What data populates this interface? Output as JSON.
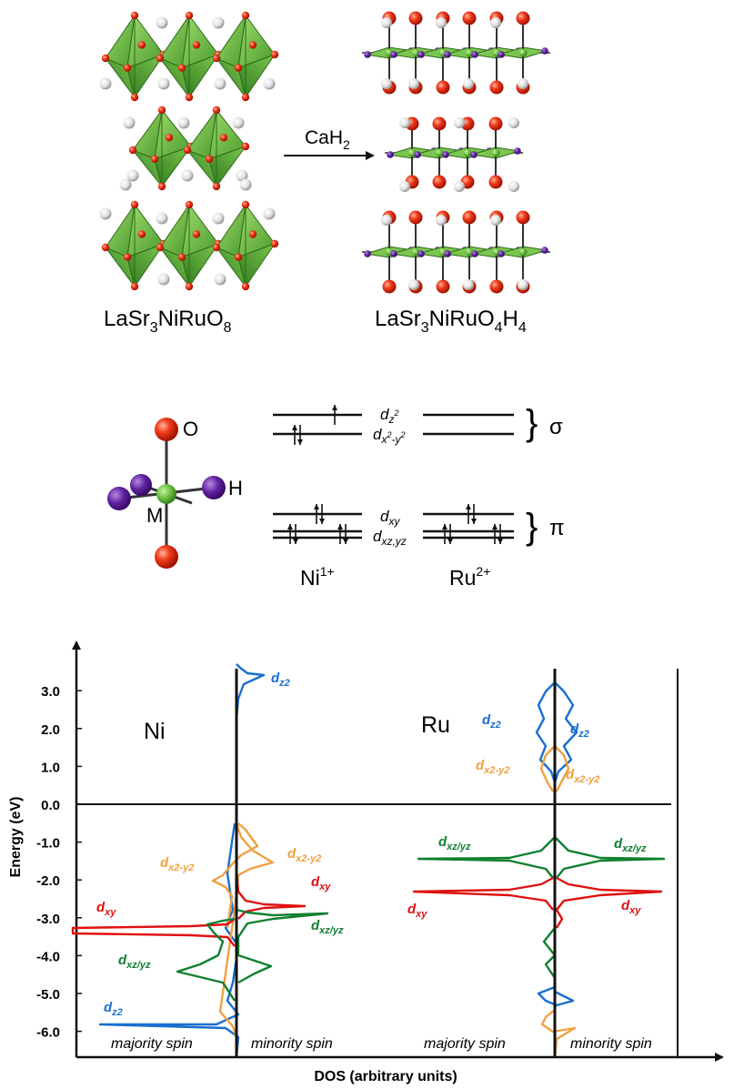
{
  "top_panel": {
    "arrow_label": "CaH",
    "arrow_label_sub": "2",
    "left_formula": [
      "LaSr",
      "3",
      "NiRuO",
      "8"
    ],
    "right_formula": [
      "LaSr",
      "3",
      "NiRuO",
      "4",
      "H",
      "4"
    ]
  },
  "middle_panel": {
    "atom_o": "O",
    "atom_h": "H",
    "atom_m": "M",
    "orb_dz2": [
      "d",
      "z",
      "2"
    ],
    "orb_dx2y2": [
      "d",
      "x",
      "2",
      "-y",
      "2"
    ],
    "orb_dxy": [
      "d",
      "xy"
    ],
    "orb_dxzyz": [
      "d",
      "xz,yz"
    ],
    "sigma": "σ",
    "pi": "π",
    "ni_label": [
      "Ni",
      "1+"
    ],
    "ru_label": [
      "Ru",
      "2+"
    ]
  },
  "dos_panel": {
    "ylabel": "Energy (eV)",
    "xlabel": "DOS (arbitrary units)",
    "yticks": [
      "3.0",
      "2.0",
      "1.0",
      "0.0",
      "-1.0",
      "-2.0",
      "-3.0",
      "-4.0",
      "-5.0",
      "-6.0"
    ],
    "ni_title": "Ni",
    "ru_title": "Ru",
    "maj1": "majority spin",
    "min1": "minority spin",
    "maj2": "majority spin",
    "min2": "minority spin",
    "colors": {
      "dz2": "#1a6fd0",
      "dx2y2": "#f0a040",
      "dxy": "#e01010",
      "dxzyz": "#108030"
    },
    "labels": {
      "ni_dz2_top": [
        "d",
        "z",
        "2"
      ],
      "ni_dx2y2_left": [
        "d",
        "x",
        "2",
        "-y",
        "2"
      ],
      "ni_dx2y2_right": [
        "d",
        "x",
        "2",
        "-y",
        "2"
      ],
      "ni_dxy_left": [
        "d",
        "xy"
      ],
      "ni_dxy_right": [
        "d",
        "xy"
      ],
      "ni_dxzyz_left": [
        "d",
        "xz/yz"
      ],
      "ni_dxzyz_right": [
        "d",
        "xz/yz"
      ],
      "ni_dz2_bottom": [
        "d",
        "z",
        "2"
      ],
      "ru_dz2_left": [
        "d",
        "z",
        "2"
      ],
      "ru_dz2_right": [
        "d",
        "z",
        "2"
      ],
      "ru_dx2y2_left": [
        "d",
        "x",
        "2",
        "-y",
        "2"
      ],
      "ru_dx2y2_right": [
        "d",
        "x",
        "2",
        "-y",
        "2"
      ],
      "ru_dxzyz_left": [
        "d",
        "xz/yz"
      ],
      "ru_dxzyz_right": [
        "d",
        "xz/yz"
      ],
      "ru_dxy_left": [
        "d",
        "xy"
      ],
      "ru_dxy_right": [
        "d",
        "xy"
      ]
    }
  }
}
